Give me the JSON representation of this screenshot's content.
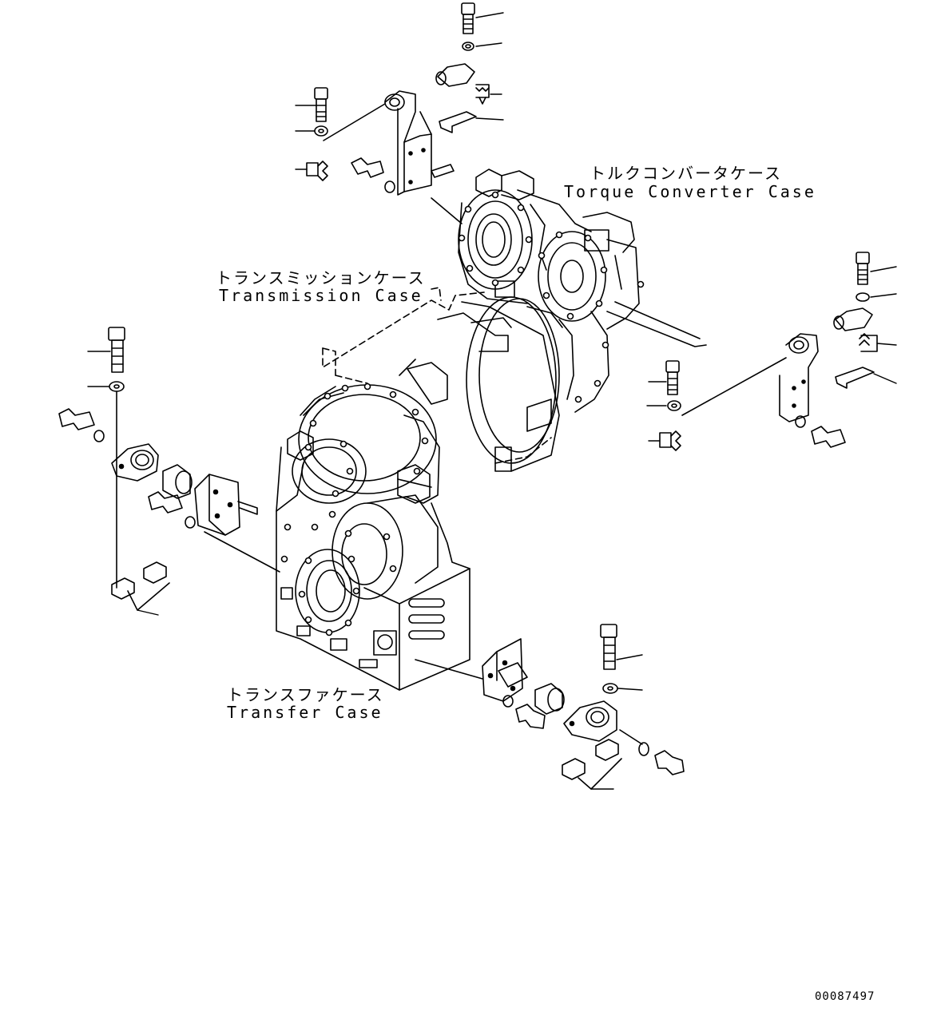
{
  "labels": {
    "torque_converter_jp": "トルクコンバータケース",
    "torque_converter_en": "Torque Converter Case",
    "transmission_jp": "トランスミッションケース",
    "transmission_en": "Transmission Case",
    "transfer_jp": "トランスファケース",
    "transfer_en": "Transfer Case"
  },
  "drawing_code": "00087497",
  "colors": {
    "line": "#000000",
    "background": "#ffffff"
  }
}
